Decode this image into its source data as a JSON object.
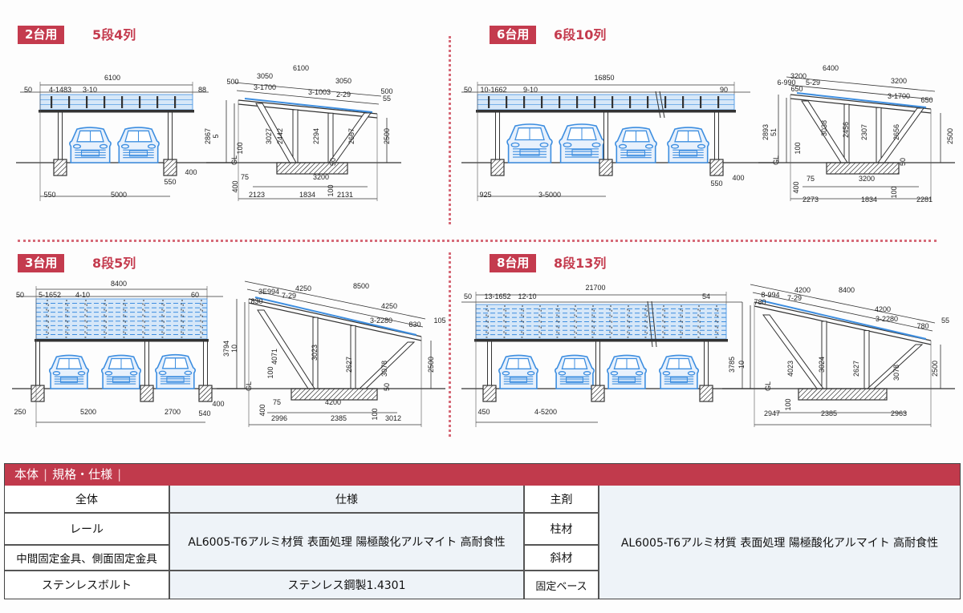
{
  "colors": {
    "accent": "#c43b4e",
    "drawing_blue": "#3d8ee0",
    "line": "#333333"
  },
  "panels": [
    {
      "badge": "2台用",
      "config": "5段4列",
      "front_dims": [
        "6100",
        "50",
        "4-1483",
        "3-10",
        "88",
        "400",
        "550",
        "550",
        "5000"
      ],
      "side_dims": [
        "6100",
        "3050",
        "3050",
        "500",
        "3-1700",
        "3-1003",
        "2-29",
        "500",
        "55",
        "2867",
        "5",
        "100",
        "3027",
        "2442",
        "2294",
        "2667",
        "2500",
        "50",
        "75",
        "3200",
        "400",
        "100",
        "2123",
        "1834",
        "2131"
      ]
    },
    {
      "badge": "6台用",
      "config": "6段10列",
      "front_dims": [
        "16850",
        "50",
        "10-1662",
        "9-10",
        "90",
        "400",
        "550",
        "925",
        "3-5000"
      ],
      "side_dims": [
        "6400",
        "3200",
        "3200",
        "6-990",
        "5-29",
        "650",
        "3-1700",
        "650",
        "2893",
        "51",
        "100",
        "3038",
        "2456",
        "2307",
        "2656",
        "2500",
        "50",
        "75",
        "3200",
        "400",
        "100",
        "2273",
        "1834",
        "2281"
      ]
    },
    {
      "badge": "3台用",
      "config": "8段5列",
      "front_dims": [
        "8400",
        "50",
        "5-1652",
        "4-10",
        "60",
        "400",
        "540",
        "250",
        "5200",
        "2700"
      ],
      "side_dims": [
        "8500",
        "4250",
        "4250",
        "3E994",
        "7-29",
        "830",
        "3-2280",
        "830",
        "105",
        "3794",
        "10",
        "100",
        "4071",
        "3023",
        "2627",
        "3078",
        "2500",
        "50",
        "75",
        "4200",
        "400",
        "100",
        "2996",
        "2385",
        "3012"
      ]
    },
    {
      "badge": "8台用",
      "config": "8段13列",
      "front_dims": [
        "21700",
        "50",
        "13-1652",
        "12-10",
        "54",
        "450",
        "4-5200"
      ],
      "side_dims": [
        "8400",
        "4200",
        "4200",
        "8-994",
        "7-29",
        "780",
        "3-2280",
        "780",
        "55",
        "3785",
        "10",
        "4023",
        "3024",
        "2627",
        "3078",
        "2500",
        "100",
        "2947",
        "2385",
        "2963"
      ]
    }
  ],
  "spec_table": {
    "title_items": [
      "本体",
      "規格・仕様"
    ],
    "left": {
      "header_item": "全体",
      "header_spec": "仕様",
      "rows": [
        {
          "item": "レール"
        },
        {
          "item": "中間固定金具、側面固定金具"
        },
        {
          "item": "ステンレスボルト",
          "spec": "ステンレス鋼製1.4301"
        }
      ],
      "merged_spec": "AL6005-T6アルミ材質 表面処理 陽極酸化アルマイト 高耐食性"
    },
    "right": {
      "items": [
        "主剤",
        "柱材",
        "斜材",
        "固定ベース"
      ],
      "merged_spec": "AL6005-T6アルミ材質 表面処理 陽極酸化アルマイト 高耐食性"
    }
  }
}
